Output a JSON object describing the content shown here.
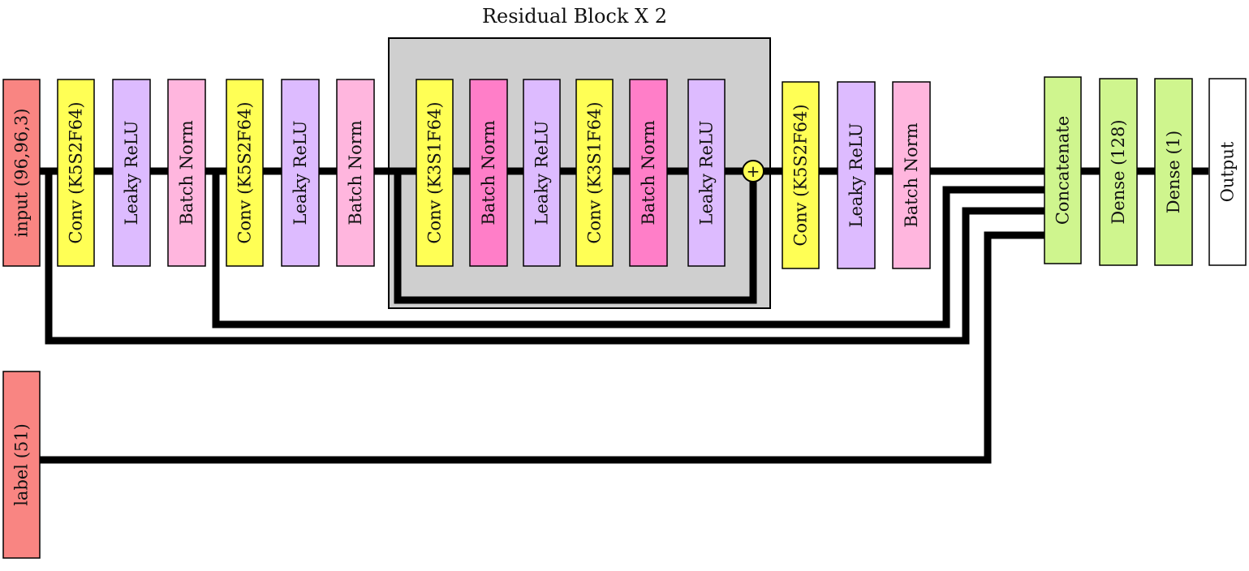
{
  "title": "Residual Block X 2",
  "colors": {
    "input": "#f98582",
    "conv": "#ffff55",
    "relu": "#ddbbff",
    "bn": "#ffb6de",
    "bn_residual": "#ff7ec8",
    "dense": "#cff58e",
    "output": "#ffffff",
    "residual_box": "#cfcfcf",
    "add_node": "#ffff55",
    "line": "#000000"
  },
  "blocks": {
    "input": "input (96,96,3)",
    "label": "label (51)",
    "conv1": "Conv (K5S2F64)",
    "relu1": "Leaky ReLU",
    "bn1": "Batch Norm",
    "conv2": "Conv (K5S2F64)",
    "relu2": "Leaky ReLU",
    "bn2": "Batch Norm",
    "res_conv1": "Conv (K3S1F64)",
    "res_bn1": "Batch Norm",
    "res_relu1": "Leaky ReLU",
    "res_conv2": "Conv (K3S1F64)",
    "res_bn2": "Batch Norm",
    "res_relu2": "Leaky ReLU",
    "conv3": "Conv (K5S2F64)",
    "relu3": "Leaky ReLU",
    "bn3": "Batch Norm",
    "concat": "Concatenate",
    "dense1": "Dense (128)",
    "dense2": "Dense (1)",
    "output": "Output"
  },
  "add_symbol": "+"
}
